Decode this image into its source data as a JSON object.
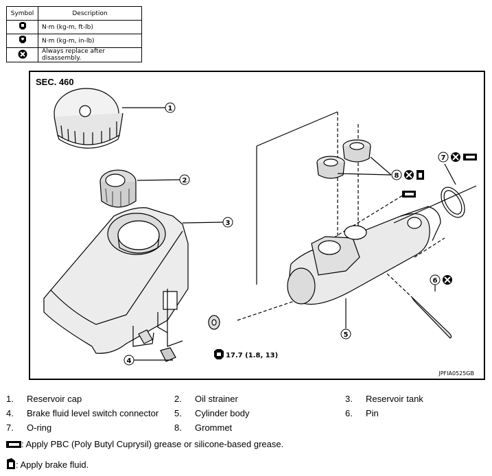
{
  "legend": {
    "headers": {
      "symbol": "Symbol",
      "description": "Description"
    },
    "rows": [
      {
        "icon": "torque-nm-icon",
        "text": "N·m (kg-m, ft-lb)"
      },
      {
        "icon": "torque-nm-inlb-icon",
        "text": "N·m (kg-m, in-lb)"
      },
      {
        "icon": "always-replace-icon",
        "text": "Always replace after disassembly."
      }
    ]
  },
  "diagram": {
    "section": "SEC. 460",
    "code": "JPFIA0525GB",
    "torque": "17.7 (1.8, 13)",
    "callouts": [
      "1",
      "2",
      "3",
      "4",
      "5",
      "6",
      "7",
      "8"
    ]
  },
  "parts": [
    {
      "num": "1.",
      "name": "Reservoir cap"
    },
    {
      "num": "2.",
      "name": "Oil strainer"
    },
    {
      "num": "3.",
      "name": "Reservoir tank"
    },
    {
      "num": "4.",
      "name": "Brake fluid level switch connector"
    },
    {
      "num": "5.",
      "name": "Cylinder body"
    },
    {
      "num": "6.",
      "name": "Pin"
    },
    {
      "num": "7.",
      "name": "O-ring"
    },
    {
      "num": "8.",
      "name": "Grommet"
    }
  ],
  "notes": {
    "grease": ": Apply PBC (Poly Butyl Cuprysil) grease or silicone-based grease.",
    "fluid": ": Apply brake fluid."
  }
}
